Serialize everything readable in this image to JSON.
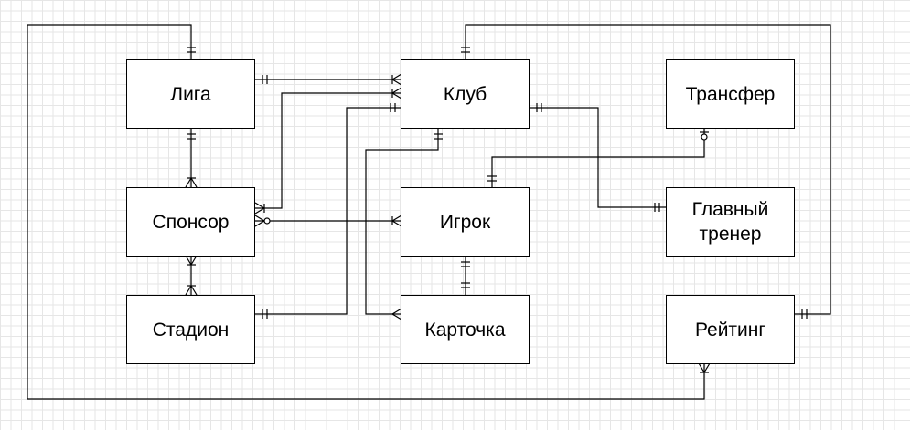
{
  "diagram": {
    "entities": [
      {
        "id": "liga",
        "label": "Лига"
      },
      {
        "id": "klub",
        "label": "Клуб"
      },
      {
        "id": "transfer",
        "label": "Трансфер"
      },
      {
        "id": "sponsor",
        "label": "Спонсор"
      },
      {
        "id": "igrok",
        "label": "Игрок"
      },
      {
        "id": "trener",
        "label": "Главный\nтренер"
      },
      {
        "id": "stadion",
        "label": "Стадион"
      },
      {
        "id": "kartochka",
        "label": "Карточка"
      },
      {
        "id": "reiting",
        "label": "Рейтинг"
      }
    ]
  }
}
